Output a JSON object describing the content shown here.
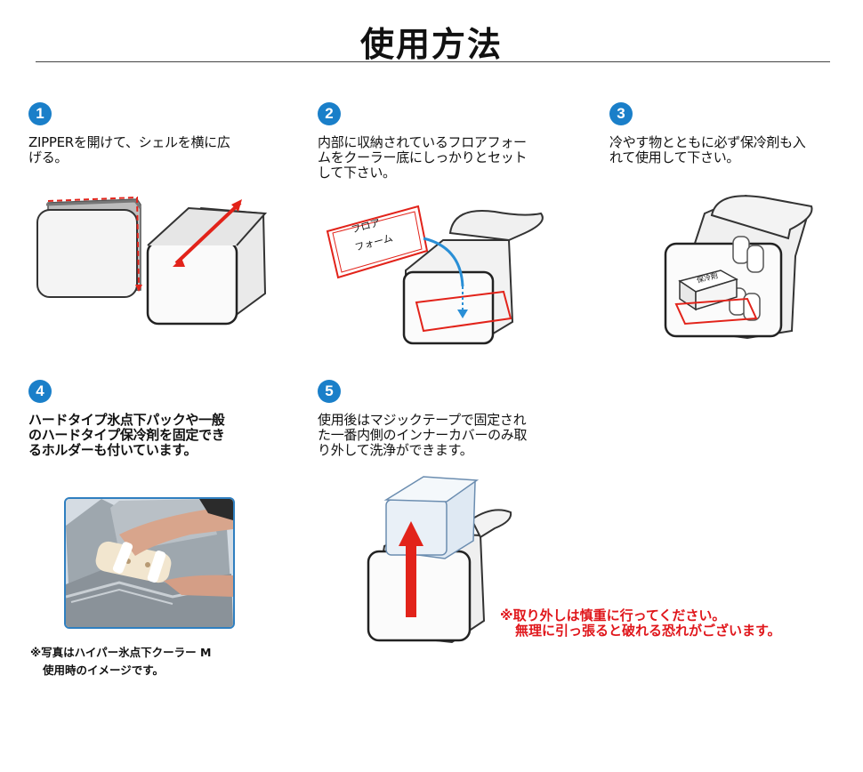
{
  "title": "使用方法",
  "steps": [
    {
      "number": "1",
      "text_lines": [
        "ZIPPERを開けて、シェルを横に広",
        "げる。"
      ]
    },
    {
      "number": "2",
      "text_lines": [
        "内部に収納されているフロアフォー",
        "ムをクーラー底にしっかりとセット",
        "して下さい。"
      ],
      "label_lines": [
        "フロア",
        "フォーム"
      ]
    },
    {
      "number": "3",
      "text_lines": [
        "冷やす物とともに必ず保冷剤も入",
        "れて使用して下さい。"
      ],
      "label": "保冷剤"
    },
    {
      "number": "4",
      "text_lines": [
        "ハードタイプ氷点下パックや一般",
        "のハードタイプ保冷剤を固定でき",
        "るホルダーも付いています。"
      ]
    },
    {
      "number": "5",
      "text_lines": [
        "使用後はマジックテープで固定され",
        "た一番内側のインナーカバーのみ取",
        "り外して洗浄ができます。"
      ]
    }
  ],
  "photo_note_lines": [
    "※写真はハイパー氷点下クーラー M",
    "使用時のイメージです。"
  ],
  "warning_lines": [
    "※取り外しは慎重に行ってください。",
    "無理に引っ張ると破れる恐れがございます。"
  ],
  "colors": {
    "accent_blue": "#1a7fc9",
    "warning_red": "#e0161b",
    "guide_red": "#e2231a"
  }
}
